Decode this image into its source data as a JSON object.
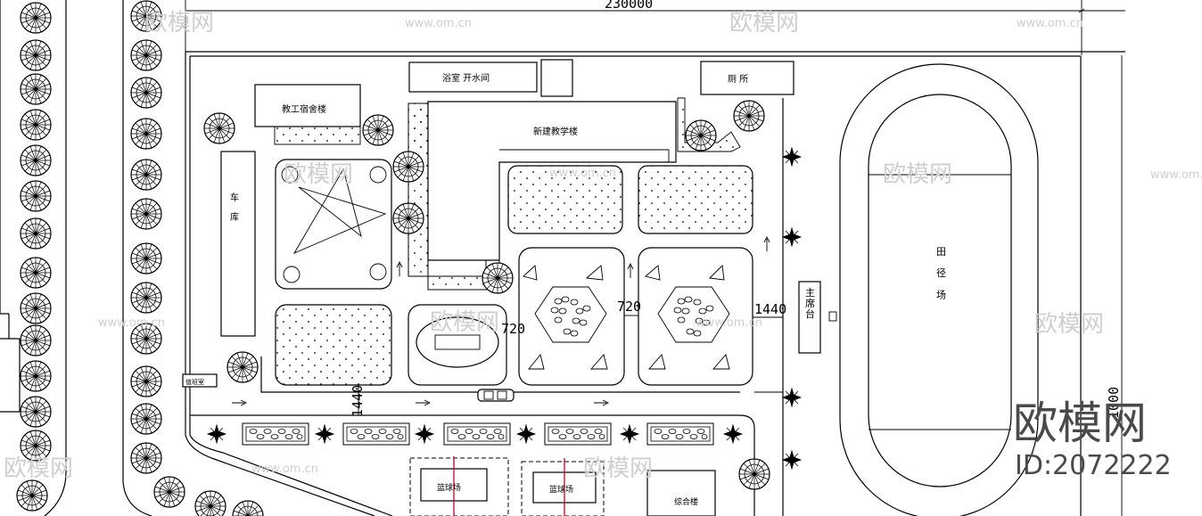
{
  "dimensions": {
    "top_width": "230000",
    "right_side": "1000",
    "gap_720_left": "720",
    "gap_720_right": "720",
    "gap_1440_right": "1440",
    "gap_1440_bottom": "1440"
  },
  "buildings": {
    "bathroom": "浴室  开水间",
    "toilet": "厕  所",
    "dormitory": "教工宿舍楼",
    "teaching": "新建教学楼",
    "garage": "车\n\n库",
    "guard": "值班室",
    "rostrum": "主\n席\n台",
    "field": "田\n\n径\n\n场",
    "court_left": "篮球场",
    "court_mid": "篮球场",
    "complex": "综合楼"
  },
  "watermark": {
    "brand": "欧模网",
    "site": "www.om.cn",
    "id": "ID:2072222"
  },
  "colors": {
    "line": "#000000",
    "watermark": "#cfcfcf",
    "court_line": "#d0021b"
  }
}
